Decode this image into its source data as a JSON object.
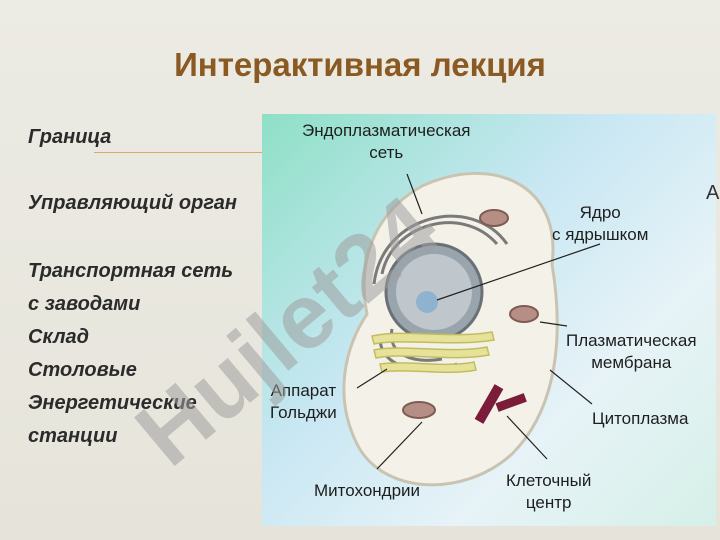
{
  "slide": {
    "title": "Интерактивная лекция",
    "terms": [
      "Граница",
      "Управляющий орган",
      "Транспортная сеть",
      " с заводами",
      "Склад",
      "Столовые",
      "Энергетические",
      "станции"
    ],
    "edge_glyph": "А"
  },
  "diagram": {
    "labels": {
      "er": "Эндоплазматическая\nсеть",
      "nucleus": "Ядро\nс ядрышком",
      "membrane": "Плазматическая\nмембрана",
      "golgi": "Аппарат\nГольджи",
      "cytoplasm": "Цитоплазма",
      "mito": "Митохондрии",
      "centrosome": "Клеточный\nцентр"
    }
  },
  "watermark": {
    "text": "Hujlet24"
  },
  "colors": {
    "title": "#8a5a22",
    "watermark": "#9e9e9e",
    "watermark_accent": "#b9a9e6"
  }
}
